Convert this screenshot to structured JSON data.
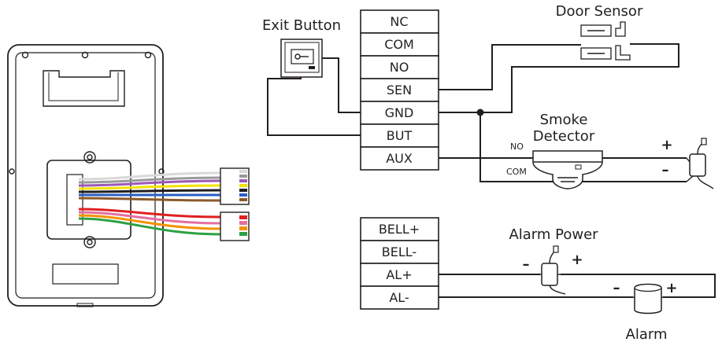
{
  "labels": {
    "exit_button": "Exit Button",
    "door_sensor": "Door Sensor",
    "smoke_detector_line1": "Smoke",
    "smoke_detector_line2": "Detector",
    "alarm_power": "Alarm Power",
    "alarm": "Alarm",
    "smoke_no": "NO",
    "smoke_com": "COM"
  },
  "terminals_top": [
    "NC",
    "COM",
    "NO",
    "SEN",
    "GND",
    "BUT",
    "AUX"
  ],
  "terminals_bottom": [
    "BELL+",
    "BELL-",
    "AL+",
    "AL-"
  ],
  "signs": {
    "plus": "+",
    "minus": "–"
  },
  "wire_colors": {
    "white": "#d9d9d9",
    "gray": "#9a9a9a",
    "purple": "#9b59b6",
    "yellow": "#f2e200",
    "black": "#231f20",
    "blue": "#2b5fc4",
    "brown": "#8b5a2b",
    "red": "#e02020",
    "pink": "#e36fa0",
    "orange": "#f39200",
    "green": "#2ea043"
  },
  "icons": {
    "exit_button": "exit-button-icon",
    "door_sensor": "door-sensor-icon",
    "smoke_detector": "smoke-detector-icon",
    "power_adapter": "power-adapter-icon",
    "alarm_siren": "alarm-siren-icon",
    "device": "access-device-back-icon"
  }
}
